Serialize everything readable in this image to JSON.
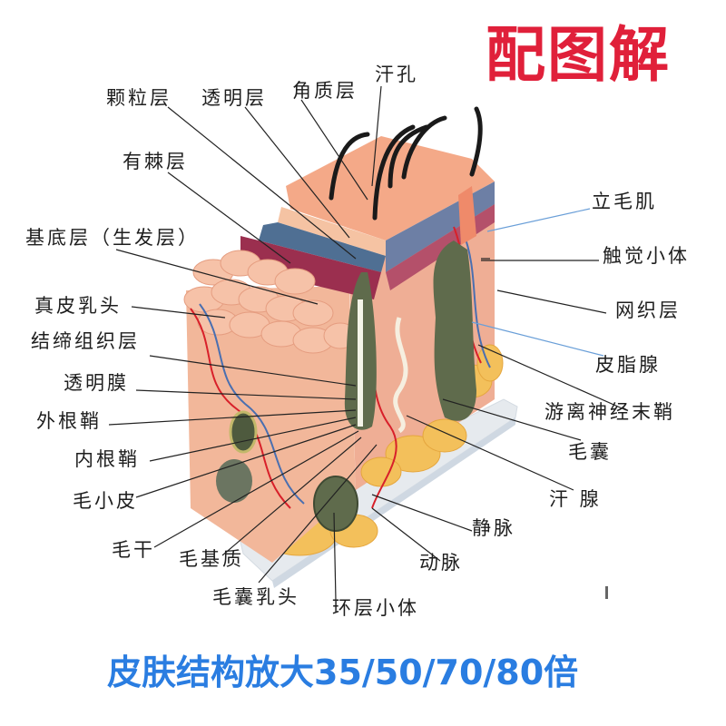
{
  "title": "配图解",
  "caption": "皮肤结构放大35/50/70/80倍",
  "colors": {
    "title": "#e0203a",
    "caption": "#2a7de1",
    "label_text": "#1e1e1e",
    "leader_line": "#222222",
    "leader_line_blue": "#6a9fd8",
    "skin": "#f2b79a",
    "epidermis_blue": "#4f6f93",
    "dermis_red": "#9b2f4f",
    "follicle_green": "#5f6b4c",
    "fat_yellow": "#f3c05b",
    "base": "#e9edf0"
  },
  "labels": [
    {
      "id": "granular-layer",
      "text": "颗粒层"
    },
    {
      "id": "clear-layer",
      "text": "透明层"
    },
    {
      "id": "stratum-corneum",
      "text": "角质层"
    },
    {
      "id": "sweat-pore",
      "text": "汗孔"
    },
    {
      "id": "spinous-layer",
      "text": "有棘层"
    },
    {
      "id": "basal-layer",
      "text": "基底层（生发层）"
    },
    {
      "id": "dermal-papilla",
      "text": "真皮乳头"
    },
    {
      "id": "connective-tissue-layer",
      "text": "结缔组织层"
    },
    {
      "id": "glassy-membrane",
      "text": "透明膜"
    },
    {
      "id": "outer-root-sheath",
      "text": "外根鞘"
    },
    {
      "id": "inner-root-sheath",
      "text": "内根鞘"
    },
    {
      "id": "hair-cuticle",
      "text": "毛小皮"
    },
    {
      "id": "hair-shaft",
      "text": "毛干"
    },
    {
      "id": "hair-matrix",
      "text": "毛基质"
    },
    {
      "id": "follicle-papilla",
      "text": "毛囊乳头"
    },
    {
      "id": "pacinian-corpuscle",
      "text": "环层小体"
    },
    {
      "id": "arrector-pili",
      "text": "立毛肌"
    },
    {
      "id": "meissner-corpuscle",
      "text": "触觉小体"
    },
    {
      "id": "reticular-layer",
      "text": "网织层"
    },
    {
      "id": "sebaceous-gland",
      "text": "皮脂腺"
    },
    {
      "id": "free-nerve-ending",
      "text": "游离神经末鞘"
    },
    {
      "id": "hair-follicle",
      "text": "毛囊"
    },
    {
      "id": "sweat-gland",
      "text": "汗 腺"
    },
    {
      "id": "vein",
      "text": "静脉"
    },
    {
      "id": "artery",
      "text": "动脉"
    }
  ]
}
